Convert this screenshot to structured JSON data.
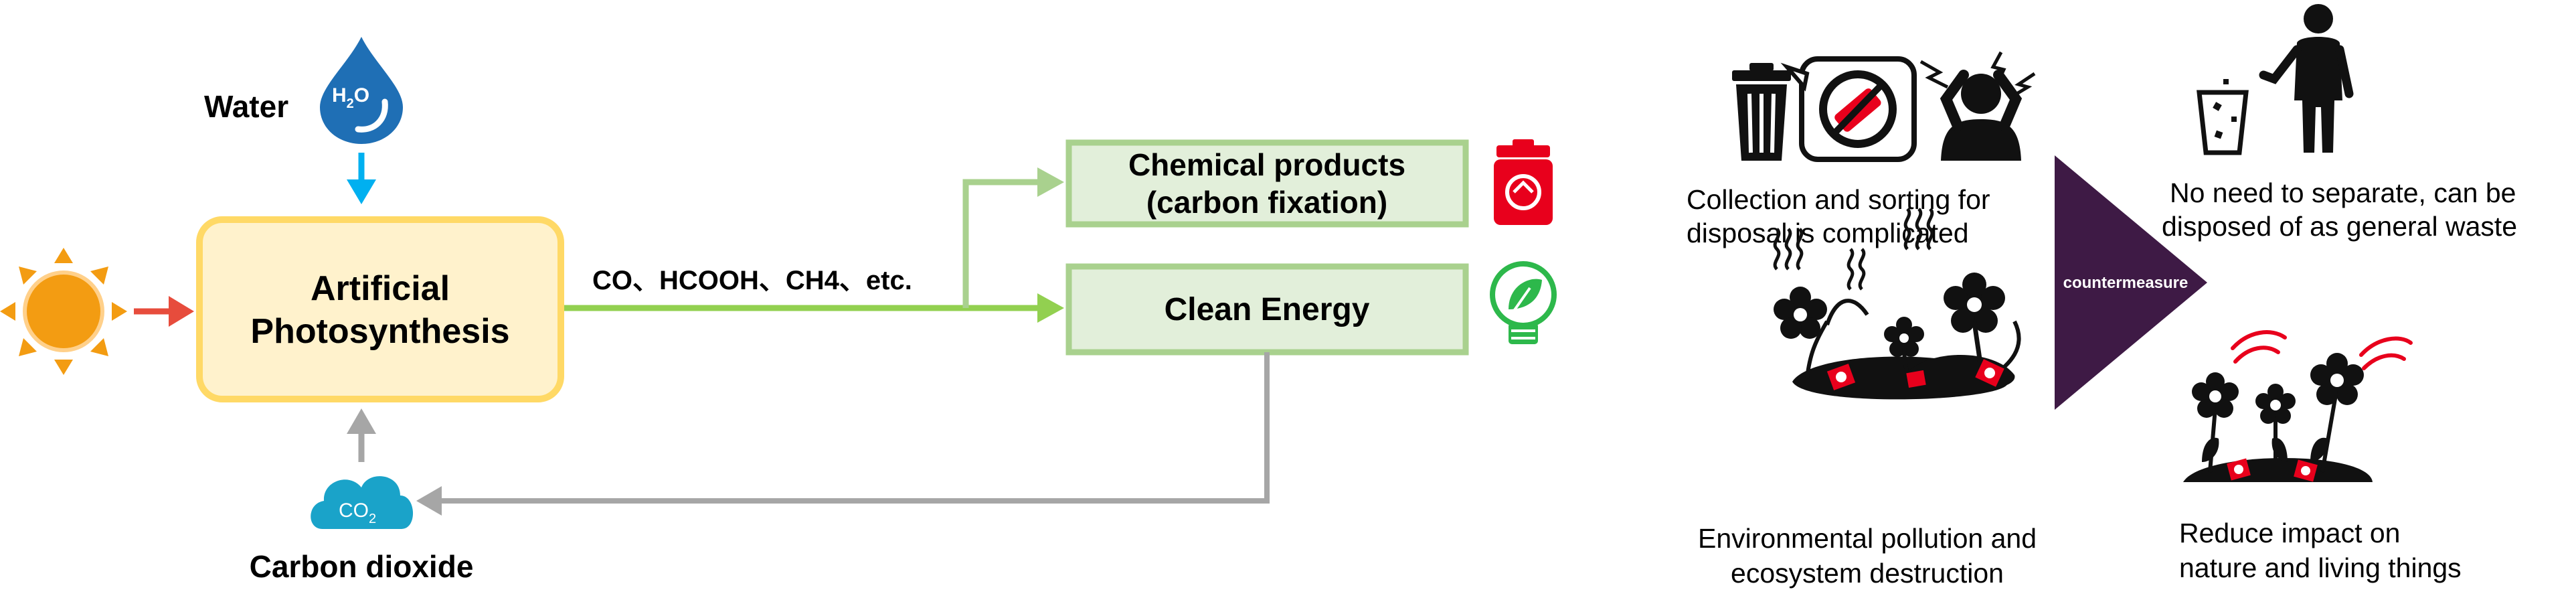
{
  "left": {
    "water_label": "Water",
    "water_formula": {
      "h": "H",
      "sub2": "2",
      "o": "O"
    },
    "co2_formula": {
      "c": "CO",
      "sub2": "2"
    },
    "carbon_dioxide_label": "Carbon dioxide",
    "process_line1": "Artificial",
    "process_line2": "Photosynthesis",
    "products_text": "CO、HCOOH、CH4、etc.",
    "chemical_line1": "Chemical products",
    "chemical_line2": "(carbon fixation)",
    "clean_energy": "Clean Energy",
    "colors": {
      "box_fill": "#fff2cc",
      "box_border": "#ffd966",
      "green": "#92d050",
      "green_box": "#e2efda",
      "green_border": "#a9d18e",
      "arrow_red": "#e74c3c",
      "arrow_blue": "#00b0f0",
      "gray": "#a6a6a6",
      "sun": "#f39c12",
      "water": "#1f6fb5",
      "co2": "#1aa3c9"
    }
  },
  "right": {
    "problem1_line1": "Collection and sorting for",
    "problem1_line2": "disposal is complicated",
    "problem2_line1": "Environmental pollution and",
    "problem2_line2": "ecosystem destruction",
    "countermeasure": "countermeasure",
    "solution1_line1": "No need to separate, can be",
    "solution1_line2": "disposed of as general waste",
    "solution2_line1": "Reduce impact on",
    "solution2_line2": "nature and living things",
    "colors": {
      "triangle": "#3e1a45",
      "accent_red": "#e8001c"
    }
  }
}
